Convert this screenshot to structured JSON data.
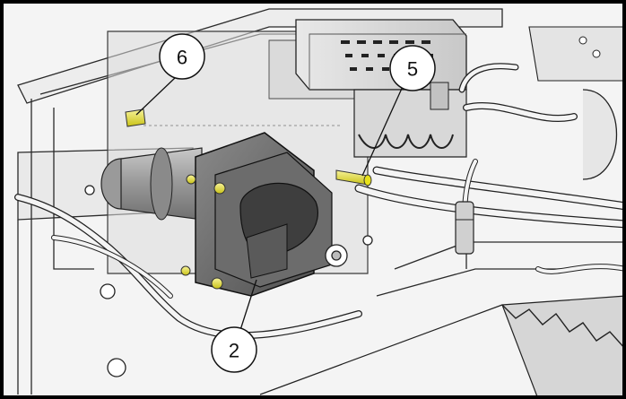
{
  "figure": {
    "frame_color": "#000000",
    "background": "#f4f4f4",
    "highlight_color": "#e8e21a",
    "callouts": [
      {
        "id": "callout-6",
        "label": "6"
      },
      {
        "id": "callout-5",
        "label": "5"
      },
      {
        "id": "callout-2",
        "label": "2"
      }
    ]
  }
}
